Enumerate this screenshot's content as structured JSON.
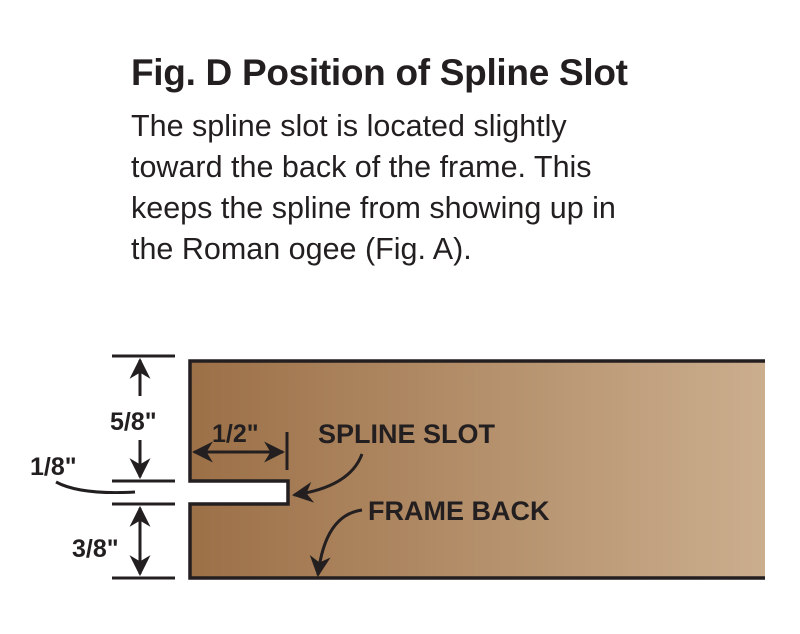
{
  "figure": {
    "title": "Fig. D  Position of Spline Slot",
    "description_lines": [
      "The spline slot is located slightly",
      "toward the back of the frame. This",
      "keeps the spline from showing up in",
      "the Roman ogee (Fig. A)."
    ]
  },
  "diagram": {
    "dimensions": {
      "top": "5/8\"",
      "slot_width": "1/8\"",
      "bottom": "3/8\"",
      "slot_depth": "1/2\""
    },
    "labels": {
      "spline_slot": "SPLINE SLOT",
      "frame_back": "FRAME BACK"
    },
    "colors": {
      "wood_dark": "#9c7047",
      "wood_light": "#cbae8e",
      "line": "#231f20"
    }
  }
}
